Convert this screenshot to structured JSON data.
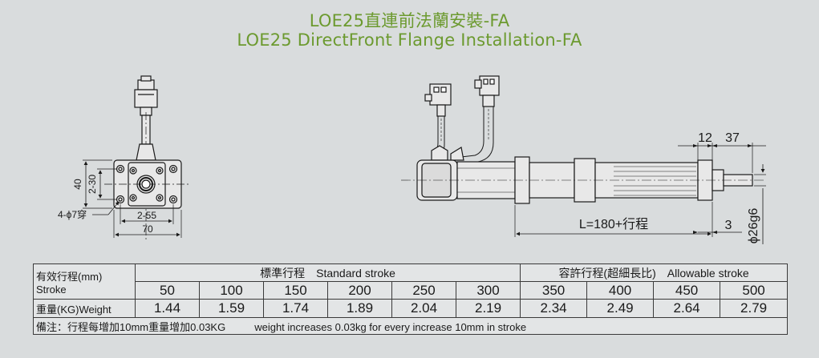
{
  "title_cn": "LOE25直連前法蘭安裝-FA",
  "title_en": "LOE25 DirectFront Flange Installation-FA",
  "left_view": {
    "dim_40": "40",
    "dim_2_30": "2-30",
    "dim_2_55": "2-55",
    "dim_70": "70",
    "holes_label": "4-ϕ7穿"
  },
  "side_view": {
    "dim_12": "12",
    "dim_37": "37",
    "length_label": "L=180+行程",
    "dim_3": "3",
    "shaft_dia": "ϕ26g6"
  },
  "table": {
    "stroke_label_cn": "有效行程(mm)",
    "stroke_label_en": "Stroke",
    "standard_label": "標準行程",
    "standard_label_en": "Standard stroke",
    "allowable_label": "容許行程(超細長比)",
    "allowable_label_en": "Allowable stroke",
    "strokes": [
      "50",
      "100",
      "150",
      "200",
      "250",
      "300",
      "350",
      "400",
      "450",
      "500"
    ],
    "weight_label": "重量(KG)Weight",
    "weights": [
      "1.44",
      "1.59",
      "1.74",
      "1.89",
      "2.04",
      "2.19",
      "2.34",
      "2.49",
      "2.64",
      "2.79"
    ],
    "note_cn": "備注：行程每增加10mm重量增加0.03KG",
    "note_en": "weight increases 0.03kg for every increase 10mm in stroke"
  },
  "colors": {
    "background": "#d9dcdd",
    "title": "#6c9a2f",
    "line": "#1a1a1a"
  }
}
